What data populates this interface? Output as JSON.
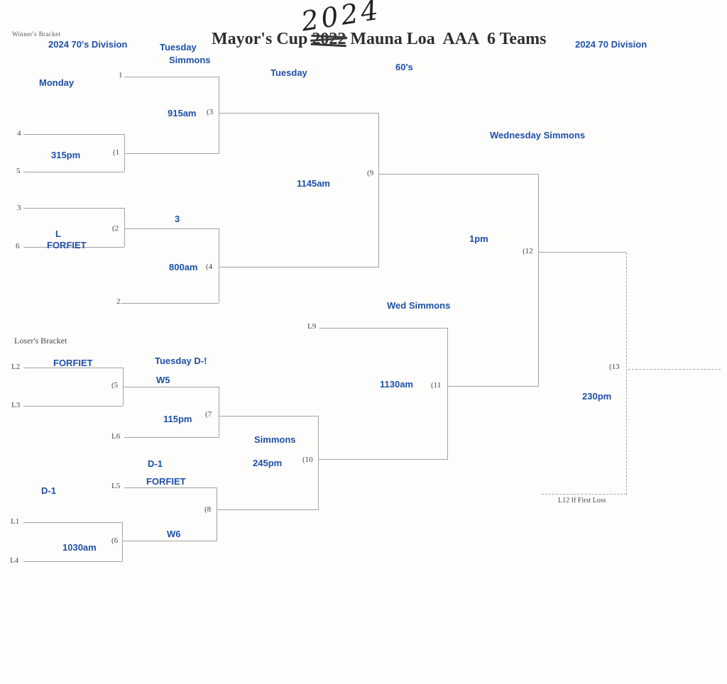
{
  "title": {
    "handwritten_year": "2024",
    "prefix": "Mayor's Cup ",
    "struck_year": "2022",
    "suffix": " Mauna Loa  AAA  6 Teams"
  },
  "headers": {
    "winners_bracket": "Winner's Bracket",
    "losers_bracket": "Loser's Bracket",
    "division_left": "2024 70's Division",
    "division_right": "2024 70 Division",
    "col_tuesday": "Tuesday",
    "col_simmons": "Simmons",
    "mid_tuesday": "Tuesday",
    "group_60s": "60's"
  },
  "winners": {
    "monday": "Monday",
    "seed1": "1",
    "seed2": "2",
    "seed3": "3",
    "seed4": "4",
    "seed5": "5",
    "seed6": "6",
    "m1": {
      "num": "(1",
      "time": "315pm"
    },
    "m2": {
      "num": "(2",
      "line1": "L",
      "line2": "FORFIET"
    },
    "m3": {
      "num": "(3",
      "time": "915am"
    },
    "m4": {
      "num": "(4",
      "court": "3",
      "time": "800am"
    },
    "m9": {
      "num": "(9",
      "time": "1145am"
    },
    "m12": {
      "num": "(12",
      "day": "Wednesday Simmons",
      "time": "1pm"
    }
  },
  "losers": {
    "label_l1": "L1",
    "label_l2": "L2",
    "label_l3": "L3",
    "label_l4": "L4",
    "label_l5": "L5",
    "label_l6": "L6",
    "label_l9": "L9",
    "m5": {
      "num": "(5",
      "note": "FORFIET"
    },
    "m6": {
      "num": "(6",
      "day": "D-1",
      "time": "1030am"
    },
    "m7": {
      "num": "(7",
      "day": "Tuesday D-!",
      "source": "W5",
      "time": "115pm"
    },
    "m8": {
      "num": "(8",
      "day": "D-1",
      "note": "FORFIET",
      "source": "W6"
    },
    "m10": {
      "num": "(10",
      "site": "Simmons",
      "time": "245pm"
    },
    "m11": {
      "num": "(11",
      "day": "Wed Simmons",
      "time": "1130am"
    },
    "m13": {
      "num": "(13",
      "time": "230pm",
      "footnote": "L12 If First Loss"
    }
  }
}
